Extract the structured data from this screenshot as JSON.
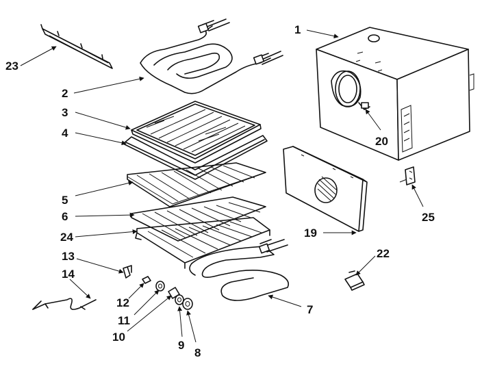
{
  "callouts": [
    {
      "id": "1",
      "label": "1"
    },
    {
      "id": "2",
      "label": "2"
    },
    {
      "id": "3",
      "label": "3"
    },
    {
      "id": "4",
      "label": "4"
    },
    {
      "id": "5",
      "label": "5"
    },
    {
      "id": "6",
      "label": "6"
    },
    {
      "id": "7",
      "label": "7"
    },
    {
      "id": "8",
      "label": "8"
    },
    {
      "id": "9",
      "label": "9"
    },
    {
      "id": "10",
      "label": "10"
    },
    {
      "id": "11",
      "label": "11"
    },
    {
      "id": "12",
      "label": "12"
    },
    {
      "id": "13",
      "label": "13"
    },
    {
      "id": "14",
      "label": "14"
    },
    {
      "id": "19",
      "label": "19"
    },
    {
      "id": "20",
      "label": "20"
    },
    {
      "id": "22",
      "label": "22"
    },
    {
      "id": "23",
      "label": "23"
    },
    {
      "id": "24",
      "label": "24"
    },
    {
      "id": "25",
      "label": "25"
    }
  ]
}
